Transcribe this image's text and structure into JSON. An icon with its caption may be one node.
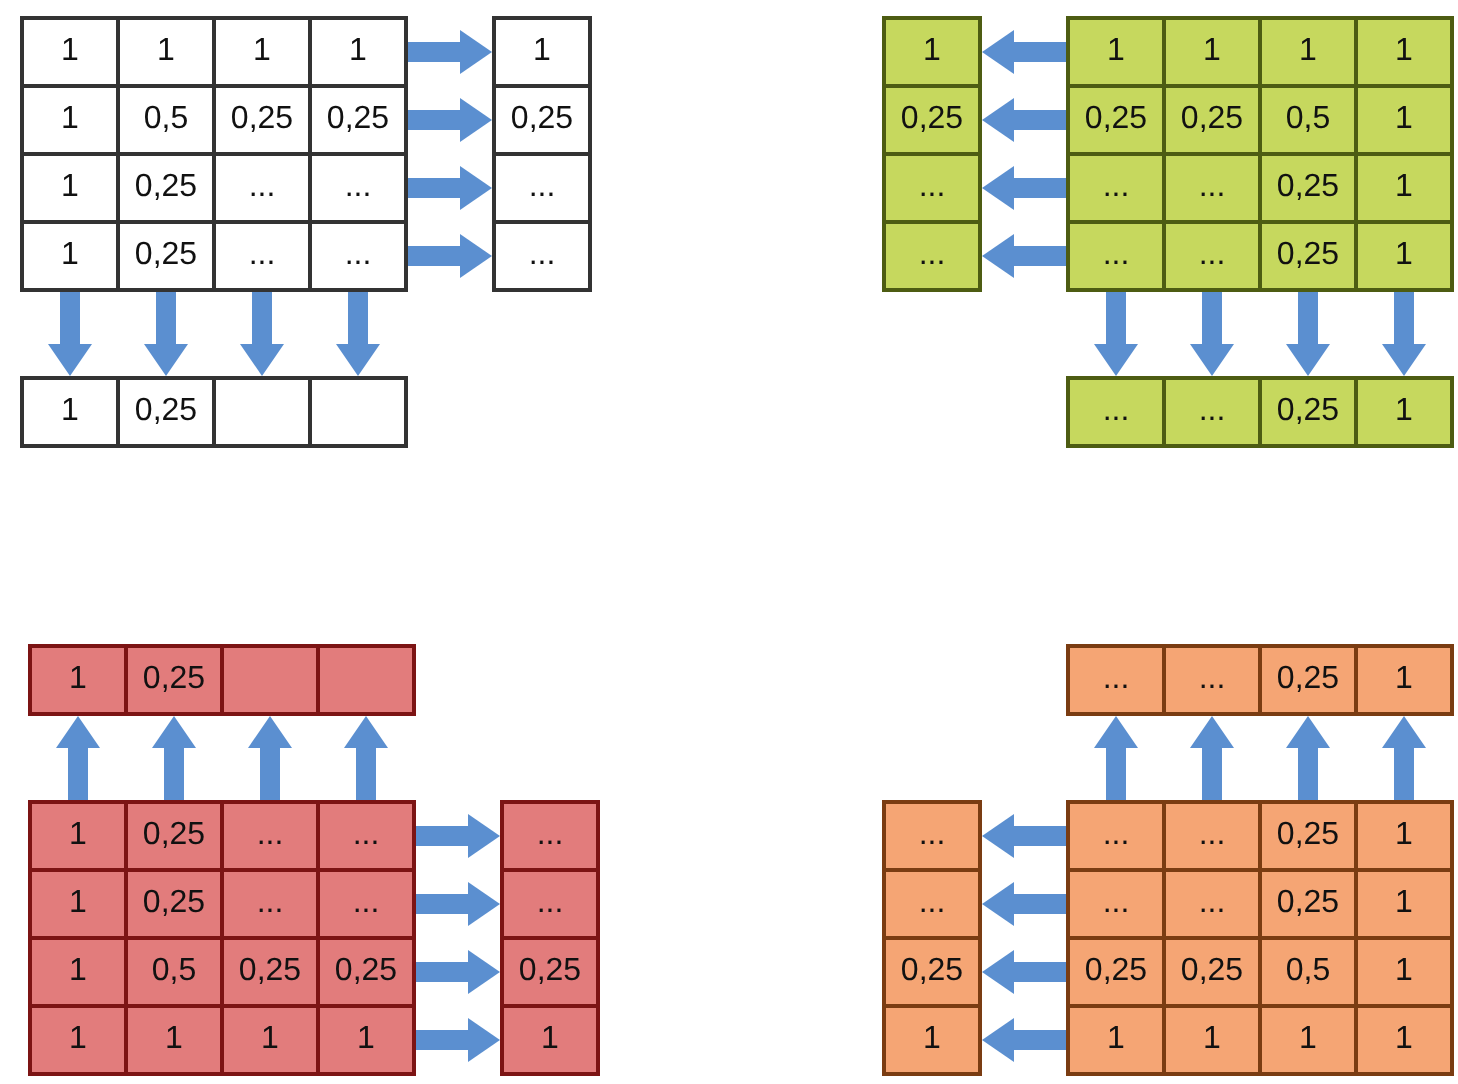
{
  "diagram": {
    "nodes": [
      {
        "text": [
          "1"
        ]
      },
      {
        "text": [
          "1"
        ]
      },
      {
        "text": [
          "1"
        ]
      },
      {
        "text": [
          "1"
        ]
      },
      {
        "text": [
          "1"
        ]
      },
      {
        "text": [
          "0,5"
        ]
      },
      {
        "text": [
          "0,25"
        ]
      },
      {
        "text": [
          "0,25"
        ]
      },
      {
        "text": [
          "1"
        ]
      },
      {
        "text": [
          "0,25"
        ]
      },
      {
        "text": [
          "..."
        ]
      },
      {
        "text": [
          "..."
        ]
      },
      {
        "text": [
          "1"
        ]
      },
      {
        "text": [
          "0,25"
        ]
      },
      {
        "text": [
          "..."
        ]
      },
      {
        "text": [
          "..."
        ]
      },
      {
        "text": [
          "1"
        ]
      },
      {
        "text": [
          "0,25"
        ]
      },
      {
        "text": [
          "..."
        ]
      },
      {
        "text": [
          "..."
        ]
      },
      {
        "text": [
          "1"
        ]
      },
      {
        "text": [
          "0,25"
        ]
      },
      {
        "text": [],
        "shape": "box"
      },
      {
        "text": [],
        "shape": "box"
      },
      {
        "text": [
          "1"
        ]
      },
      {
        "text": [
          "0,25"
        ]
      },
      {
        "text": [
          "..."
        ]
      },
      {
        "text": [
          "..."
        ]
      },
      {
        "text": [
          "1"
        ]
      },
      {
        "text": [
          "1"
        ]
      },
      {
        "text": [
          "1"
        ]
      },
      {
        "text": [
          "1"
        ]
      },
      {
        "text": [
          "0,25"
        ]
      },
      {
        "text": [
          "0,25"
        ]
      },
      {
        "text": [
          "0,5"
        ]
      },
      {
        "text": [
          "1"
        ]
      },
      {
        "text": [
          "..."
        ]
      },
      {
        "text": [
          "..."
        ]
      },
      {
        "text": [
          "0,25"
        ]
      },
      {
        "text": [
          "1"
        ]
      },
      {
        "text": [
          "..."
        ]
      },
      {
        "text": [
          "..."
        ]
      },
      {
        "text": [
          "0,25"
        ]
      },
      {
        "text": [
          "1"
        ]
      },
      {
        "text": [
          "..."
        ]
      },
      {
        "text": [
          "..."
        ]
      },
      {
        "text": [
          "0,25"
        ]
      },
      {
        "text": [
          "1"
        ]
      },
      {
        "text": [
          "1"
        ]
      },
      {
        "text": [
          "0,25"
        ]
      },
      {
        "text": [],
        "shape": "box"
      },
      {
        "text": [],
        "shape": "box"
      },
      {
        "text": [
          "1"
        ]
      },
      {
        "text": [
          "0,25"
        ]
      },
      {
        "text": [
          "..."
        ]
      },
      {
        "text": [
          "..."
        ]
      },
      {
        "text": [
          "1"
        ]
      },
      {
        "text": [
          "0,25"
        ]
      },
      {
        "text": [
          "..."
        ]
      },
      {
        "text": [
          "..."
        ]
      },
      {
        "text": [
          "1"
        ]
      },
      {
        "text": [
          "0,5"
        ]
      },
      {
        "text": [
          "0,25"
        ]
      },
      {
        "text": [
          "0,25"
        ]
      },
      {
        "text": [
          "1"
        ]
      },
      {
        "text": [
          "1"
        ]
      },
      {
        "text": [
          "1"
        ]
      },
      {
        "text": [
          "1"
        ]
      },
      {
        "text": [
          "..."
        ]
      },
      {
        "text": [
          "..."
        ]
      },
      {
        "text": [
          "0,25"
        ]
      },
      {
        "text": [
          "1"
        ]
      },
      {
        "text": [
          "..."
        ]
      },
      {
        "text": [
          "..."
        ]
      },
      {
        "text": [
          "0,25"
        ]
      },
      {
        "text": [
          "1"
        ]
      },
      {
        "text": [
          "..."
        ]
      },
      {
        "text": [
          "..."
        ]
      },
      {
        "text": [
          "0,25"
        ]
      },
      {
        "text": [
          "1"
        ]
      },
      {
        "text": [
          "..."
        ]
      },
      {
        "text": [
          "..."
        ]
      },
      {
        "text": [
          "0,25"
        ]
      },
      {
        "text": [
          "1"
        ]
      },
      {
        "text": [
          "..."
        ]
      },
      {
        "text": [
          "..."
        ]
      },
      {
        "text": [
          "0,25"
        ]
      },
      {
        "text": [
          "1"
        ]
      },
      {
        "text": [
          "0,25"
        ]
      },
      {
        "text": [
          "0,25"
        ]
      },
      {
        "text": [
          "0,5"
        ]
      },
      {
        "text": [
          "1"
        ]
      },
      {
        "text": [
          "1"
        ]
      },
      {
        "text": [
          "1"
        ]
      },
      {
        "text": [
          "1"
        ]
      },
      {
        "text": [
          "1"
        ]
      }
    ],
    "edges": [
      {
        "from": 3,
        "to": 16,
        "arrow": "to"
      },
      {
        "from": 7,
        "to": 17,
        "arrow": "to"
      },
      {
        "from": 11,
        "to": 18,
        "arrow": "to"
      },
      {
        "from": 15,
        "to": 19,
        "arrow": "to"
      },
      {
        "from": 12,
        "to": 20,
        "arrow": "to"
      },
      {
        "from": 13,
        "to": 21,
        "arrow": "to"
      },
      {
        "from": 14,
        "to": 22,
        "arrow": "to"
      },
      {
        "from": 15,
        "to": 23,
        "arrow": "to"
      },
      {
        "from": 28,
        "to": 24,
        "arrow": "to"
      },
      {
        "from": 32,
        "to": 25,
        "arrow": "to"
      },
      {
        "from": 36,
        "to": 26,
        "arrow": "to"
      },
      {
        "from": 40,
        "to": 27,
        "arrow": "to"
      },
      {
        "from": 40,
        "to": 44,
        "arrow": "to"
      },
      {
        "from": 41,
        "to": 45,
        "arrow": "to"
      },
      {
        "from": 42,
        "to": 46,
        "arrow": "to"
      },
      {
        "from": 43,
        "to": 47,
        "arrow": "to"
      },
      {
        "from": 52,
        "to": 48,
        "arrow": "to"
      },
      {
        "from": 53,
        "to": 49,
        "arrow": "to"
      },
      {
        "from": 54,
        "to": 50,
        "arrow": "to"
      },
      {
        "from": 55,
        "to": 51,
        "arrow": "to"
      },
      {
        "from": 55,
        "to": 68,
        "arrow": "to"
      },
      {
        "from": 59,
        "to": 69,
        "arrow": "to"
      },
      {
        "from": 63,
        "to": 70,
        "arrow": "to"
      },
      {
        "from": 67,
        "to": 71,
        "arrow": "to"
      },
      {
        "from": 80,
        "to": 72,
        "arrow": "to"
      },
      {
        "from": 81,
        "to": 73,
        "arrow": "to"
      },
      {
        "from": 82,
        "to": 74,
        "arrow": "to"
      },
      {
        "from": 83,
        "to": 75,
        "arrow": "to"
      },
      {
        "from": 80,
        "to": 76,
        "arrow": "to"
      },
      {
        "from": 84,
        "to": 77,
        "arrow": "to"
      },
      {
        "from": 88,
        "to": 78,
        "arrow": "to"
      },
      {
        "from": 92,
        "to": 79,
        "arrow": "to"
      }
    ]
  }
}
